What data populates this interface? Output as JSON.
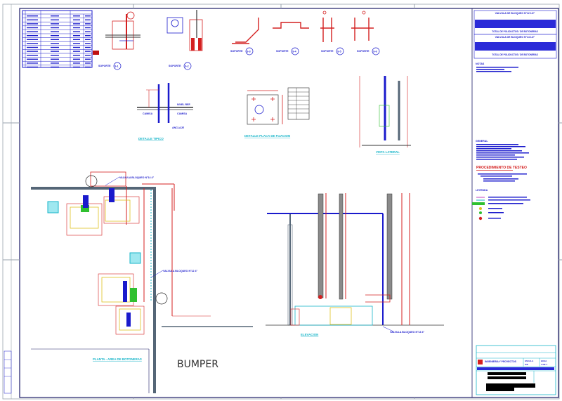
{
  "drawing": {
    "big_label": "BUMPER",
    "supports": [
      {
        "label": "SOPORTE",
        "id": "S-1"
      },
      {
        "label": "SOPORTE",
        "id": "S-2"
      },
      {
        "label": "SOPORTE",
        "id": "S-3"
      },
      {
        "label": "SOPORTE",
        "id": "S-4"
      },
      {
        "label": "SOPORTE",
        "id": "S-5"
      },
      {
        "label": "SOPORTE",
        "id": "S-6"
      }
    ],
    "detail_titles": {
      "typical": "DETALLE TIPICO",
      "plate": "DETALLE PLACA DE FIJACION",
      "plan": "PLANTA - AREA DE BOTONERAS",
      "elevation": "ELEVACION",
      "side": "VISTA LATERAL"
    },
    "callouts": {
      "valve_14": "VALVULA BLOQUEO N°14 4\"",
      "valve_12": "VALVULA BLOQUEO N°12 4\"",
      "valve_13": "VALVULA BLOQUEO N°13 4\"",
      "level_ref": "NIVEL REF.",
      "camisa": "CAMISA",
      "anclaje": "ANCLAJE"
    }
  },
  "notes_panel": {
    "table1_title": "VALVULA DE BLOQUEO N°12 1/2\"",
    "table1_footer": "TOTAL DE POLIDUCTOS / DE BOTONERAS",
    "table2_title": "VALVULA DE BLOQUEO N°14 1/2\"",
    "table2_footer": "TOTAL DE POLIDUCTOS / DE BOTONERAS",
    "notes_heading": "NOTAS",
    "general_heading": "GENERAL",
    "procedure_heading": "PROCEDIMIENTO DE TESTEO",
    "legend_heading": "LEYENDA"
  },
  "title_block": {
    "company": "INGENIERIA Y PROYECTOS",
    "sheet_label": "HOJA",
    "sheet_value": "1 DE 1",
    "scale_label": "ESCALA",
    "scale_value": "S/E"
  },
  "colors": {
    "blue": "#1a1acc",
    "red": "#d42020",
    "cyan": "#17b5c9",
    "yellow": "#e0c020",
    "green": "#30c030",
    "gray": "#556677"
  }
}
